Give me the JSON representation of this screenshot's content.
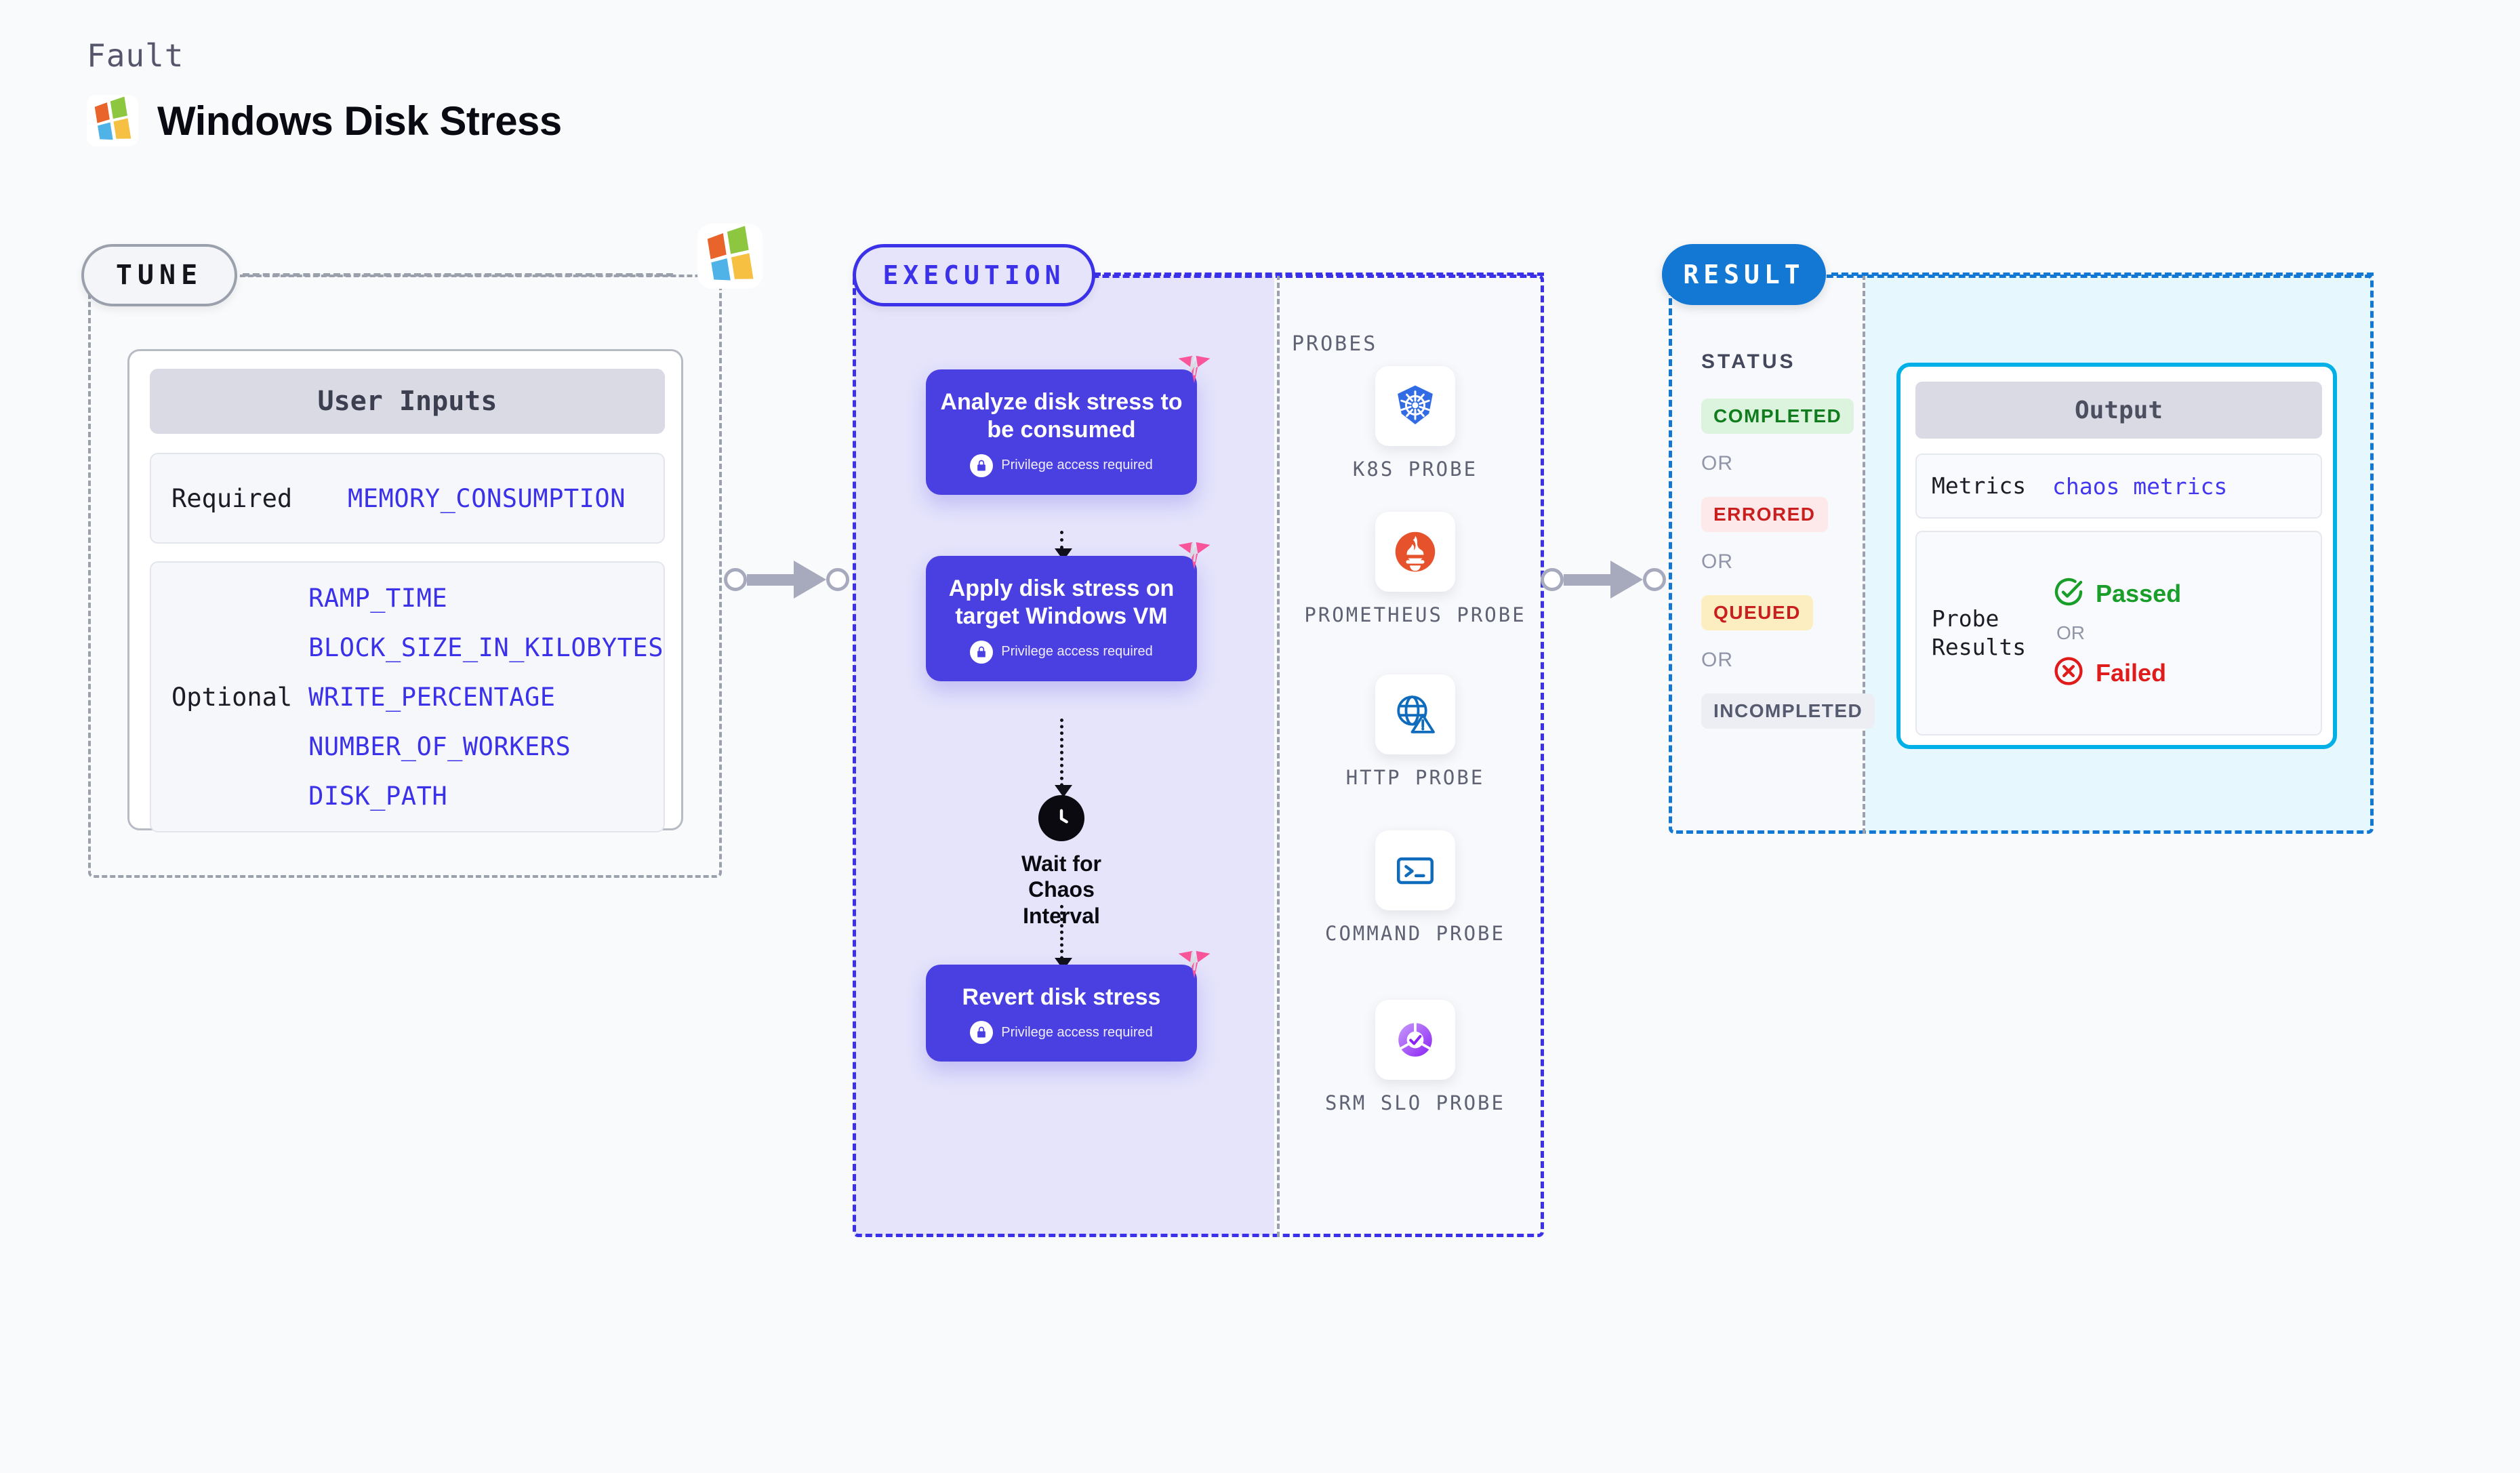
{
  "header": {
    "eyebrow": "Fault",
    "title": "Windows Disk Stress",
    "logo_icon": "windows-logo-icon"
  },
  "tune": {
    "pill_label": "TUNE",
    "logo_icon": "windows-logo-icon",
    "card_title": "User Inputs",
    "rows": [
      {
        "label": "Required",
        "values": [
          "MEMORY_CONSUMPTION"
        ]
      },
      {
        "label": "Optional",
        "values": [
          "RAMP_TIME",
          "BLOCK_SIZE_IN_KILOBYTES",
          "WRITE_PERCENTAGE",
          "NUMBER_OF_WORKERS",
          "DISK_PATH"
        ]
      }
    ]
  },
  "execution": {
    "pill_label": "EXECUTION",
    "steps": [
      {
        "title": "Analyze disk stress to be consumed",
        "sub": "Privilege access required",
        "lock_icon": "lock-icon",
        "badge_icon": "harness-logo-icon"
      },
      {
        "title": "Apply disk stress on target Windows VM",
        "sub": "Privilege access required",
        "lock_icon": "lock-icon",
        "badge_icon": "harness-logo-icon"
      },
      {
        "title": "Revert disk stress",
        "sub": "Privilege access required",
        "lock_icon": "lock-icon",
        "badge_icon": "harness-logo-icon"
      }
    ],
    "wait_node": {
      "label": "Wait for Chaos Interval",
      "icon": "clock-icon"
    },
    "probes_title": "PROBES",
    "probes": [
      {
        "label": "K8S PROBE",
        "icon": "kubernetes-icon"
      },
      {
        "label": "PROMETHEUS PROBE",
        "icon": "prometheus-icon"
      },
      {
        "label": "HTTP PROBE",
        "icon": "http-globe-warning-icon"
      },
      {
        "label": "COMMAND PROBE",
        "icon": "terminal-icon"
      },
      {
        "label": "SRM SLO PROBE",
        "icon": "srm-slo-icon"
      }
    ]
  },
  "result": {
    "pill_label": "RESULT",
    "status_title": "STATUS",
    "or_label": "OR",
    "statuses": [
      {
        "label": "COMPLETED",
        "bg": "#dcf4dd",
        "fg": "#107c1e"
      },
      {
        "label": "ERRORED",
        "bg": "#fde9e9",
        "fg": "#c91f1f"
      },
      {
        "label": "QUEUED",
        "bg": "#fceec1",
        "fg": "#c91f1f"
      },
      {
        "label": "INCOMPLETED",
        "bg": "#eceef4",
        "fg": "#555a6e"
      }
    ],
    "output": {
      "title": "Output",
      "metrics_label": "Metrics",
      "metrics_value": "chaos metrics",
      "probe_label": "Probe Results",
      "passed_label": "Passed",
      "failed_label": "Failed",
      "or_label": "OR",
      "passed_icon": "check-circle-icon",
      "failed_icon": "x-circle-icon"
    }
  },
  "colors": {
    "page_bg": "#f9fafc",
    "indigo": "#4a3fe0",
    "indigo_border": "#3b31e8",
    "lavender_bg": "#e5e4fb",
    "result_blue": "#1278d4",
    "cyan": "#00b0e6",
    "cyan_bg": "#e6f8fd",
    "gray_dash": "#9aa0ac",
    "connector": "#a7a9bd",
    "pink_badge": "#f8559b"
  }
}
